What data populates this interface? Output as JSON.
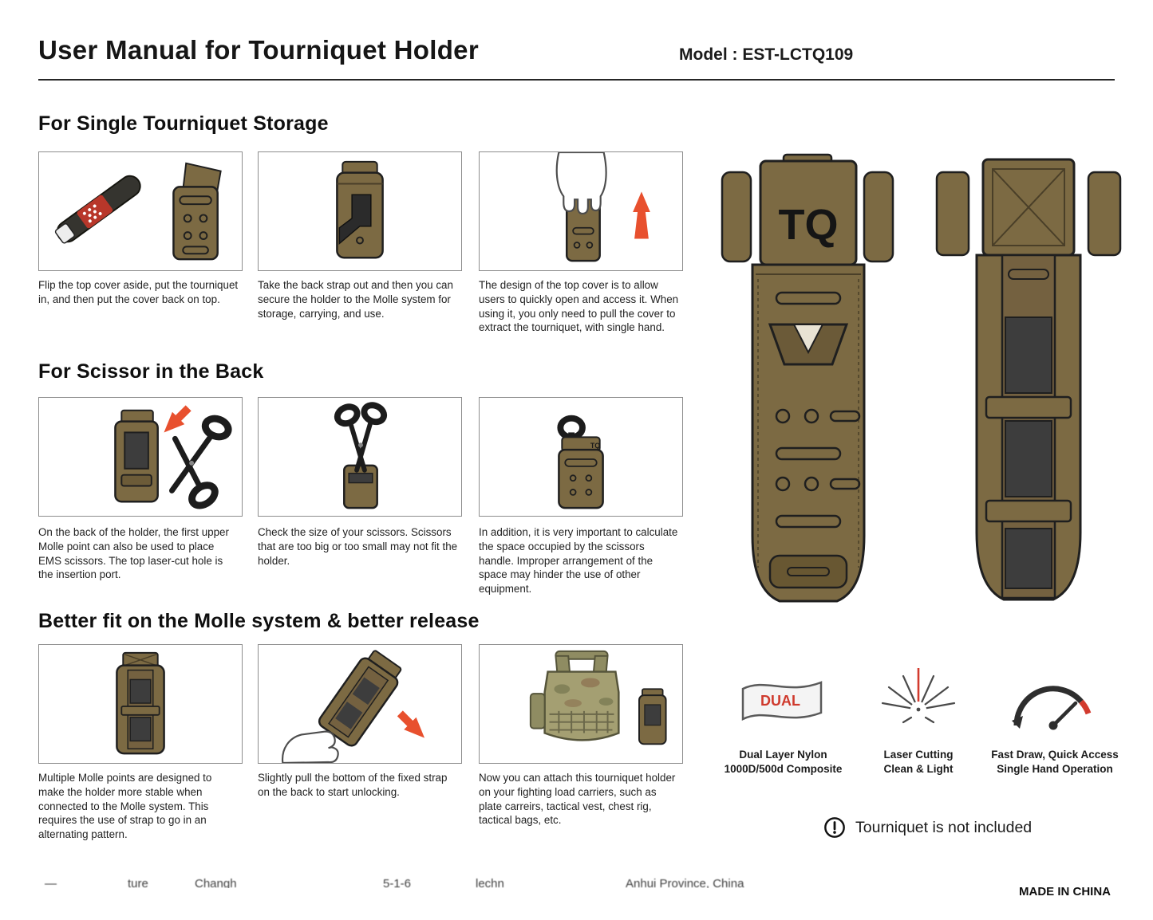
{
  "colors": {
    "holder_brown": "#7c6a43",
    "accent_red": "#e8502e",
    "dual_red": "#cf3a2d"
  },
  "logo_text": "TQ",
  "header": {
    "title": "User Manual for Tourniquet Holder",
    "model": "Model : EST-LCTQ109"
  },
  "sections": [
    {
      "heading": "For Single Tourniquet Storage",
      "steps": [
        {
          "caption": "Flip the top cover aside, put the tourniquet in, and then put the cover back on top."
        },
        {
          "caption": "Take the back strap out and then you can secure the holder to the Molle system for storage, carrying, and use."
        },
        {
          "caption": "The design of the top cover is to allow users to quickly open and access it. When using it, you only need to pull the cover to extract the tourniquet, with single hand."
        }
      ]
    },
    {
      "heading": "For Scissor in the Back",
      "steps": [
        {
          "caption": "On the back of the holder, the first upper Molle point can also be used to place EMS scissors. The top laser-cut hole is the insertion port."
        },
        {
          "caption": "Check the size of your scissors. Scissors that are too big or too small may not fit the holder."
        },
        {
          "caption": "In addition, it is very important to calculate the space occupied by the scissors handle. Improper arrangement of the space may hinder the use of other equipment."
        }
      ]
    },
    {
      "heading": "Better fit on the Molle system & better release",
      "steps": [
        {
          "caption": "Multiple Molle points are designed to make the holder more stable when connected to the Molle system. This requires the use of strap to go in an alternating pattern."
        },
        {
          "caption": "Slightly pull the bottom of the fixed strap on the back to start unlocking."
        },
        {
          "caption": "Now you can attach this tourniquet holder on your fighting load carriers, such as plate carreirs, tactical vest, chest rig, tactical bags, etc."
        }
      ]
    }
  ],
  "features": [
    {
      "icon": "dual-layer-flag",
      "flag_text": "DUAL",
      "line1": "Dual Layer Nylon",
      "line2": "1000D/500d Composite"
    },
    {
      "icon": "laser-cutting",
      "line1": "Laser Cutting",
      "line2": "Clean & Light"
    },
    {
      "icon": "speedometer",
      "line1": "Fast Draw, Quick Access",
      "line2": "Single Hand Operation"
    }
  ],
  "notice": "Tourniquet is not included",
  "footer": {
    "fragments": [
      "—",
      "ture",
      "Changh",
      "5-1-6",
      "lechn",
      "Anhui Province, China"
    ],
    "made_in": "MADE IN CHINA"
  }
}
